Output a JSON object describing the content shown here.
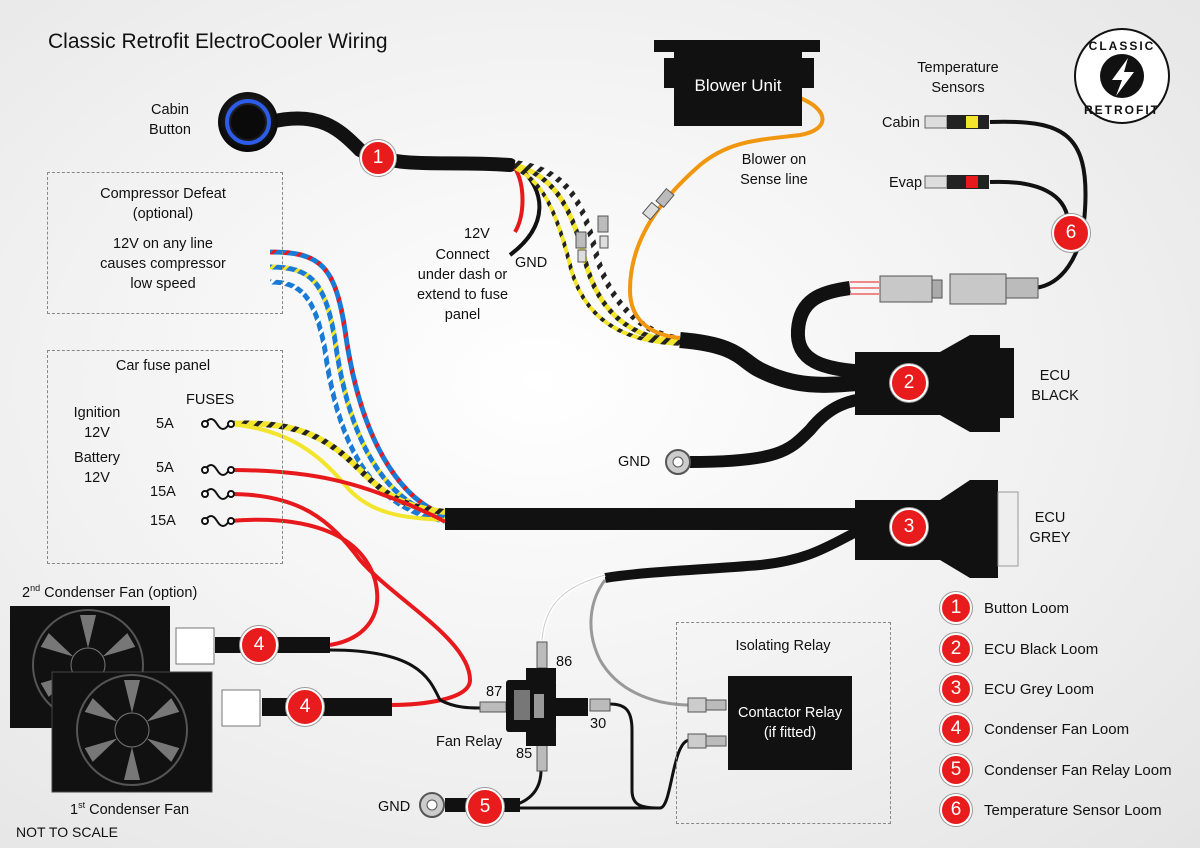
{
  "title": "Classic Retrofit ElectroCooler Wiring",
  "logo": {
    "line1": "CLASSIC",
    "line2": "RETROFIT",
    "icon": "lightning-bolt-icon"
  },
  "colors": {
    "badge": "#e81c1c",
    "cable": "#111111",
    "wire_red": "#e8191c",
    "wire_orange": "#f0960f",
    "wire_yellow": "#f2e52b",
    "wire_blue": "#1a7bd6",
    "wire_grey": "#999999",
    "button_ring": "#2d5ce8"
  },
  "cabin_button": {
    "label": "Cabin\nButton"
  },
  "compressor_defeat": {
    "heading": "Compressor Defeat\n(optional)",
    "note": "12V on any line\ncauses compressor\nlow speed"
  },
  "power_note": {
    "v12": "12V",
    "gnd": "GND",
    "connect": "Connect\nunder dash or\nextend to fuse\npanel"
  },
  "blower": {
    "unit": "Blower Unit",
    "sense": "Blower on\nSense line"
  },
  "temp_sensors": {
    "heading": "Temperature\nSensors",
    "cabin": "Cabin",
    "evap": "Evap"
  },
  "ecu_black": {
    "label": "ECU\nBLACK"
  },
  "ecu_grey": {
    "label": "ECU\nGREY"
  },
  "gnd_label": "GND",
  "fuse_panel": {
    "heading": "Car fuse panel",
    "fuses": "FUSES",
    "ignition": "Ignition\n12V",
    "battery": "Battery\n12V",
    "ratings": [
      "5A",
      "5A",
      "15A",
      "15A"
    ]
  },
  "condenser_fan_2": {
    "superscript": "nd",
    "number": "2",
    "label": "Condenser Fan (option)"
  },
  "condenser_fan_1": {
    "superscript": "st",
    "number": "1",
    "label": "Condenser Fan"
  },
  "not_to_scale": "NOT TO SCALE",
  "fan_relay": {
    "label": "Fan Relay",
    "pins": {
      "p86": "86",
      "p87": "87",
      "p30": "30",
      "p85": "85"
    }
  },
  "isolating_relay": {
    "heading": "Isolating Relay",
    "contactor": "Contactor Relay\n(if fitted)"
  },
  "badges": {
    "b1": "1",
    "b2": "2",
    "b3": "3",
    "b4": "4",
    "b5": "5",
    "b6": "6"
  },
  "legend": [
    {
      "num": "1",
      "text": "Button Loom"
    },
    {
      "num": "2",
      "text": "ECU Black Loom"
    },
    {
      "num": "3",
      "text": "ECU Grey Loom"
    },
    {
      "num": "4",
      "text": "Condenser Fan Loom"
    },
    {
      "num": "5",
      "text": "Condenser Fan Relay Loom"
    },
    {
      "num": "6",
      "text": "Temperature Sensor Loom"
    }
  ]
}
